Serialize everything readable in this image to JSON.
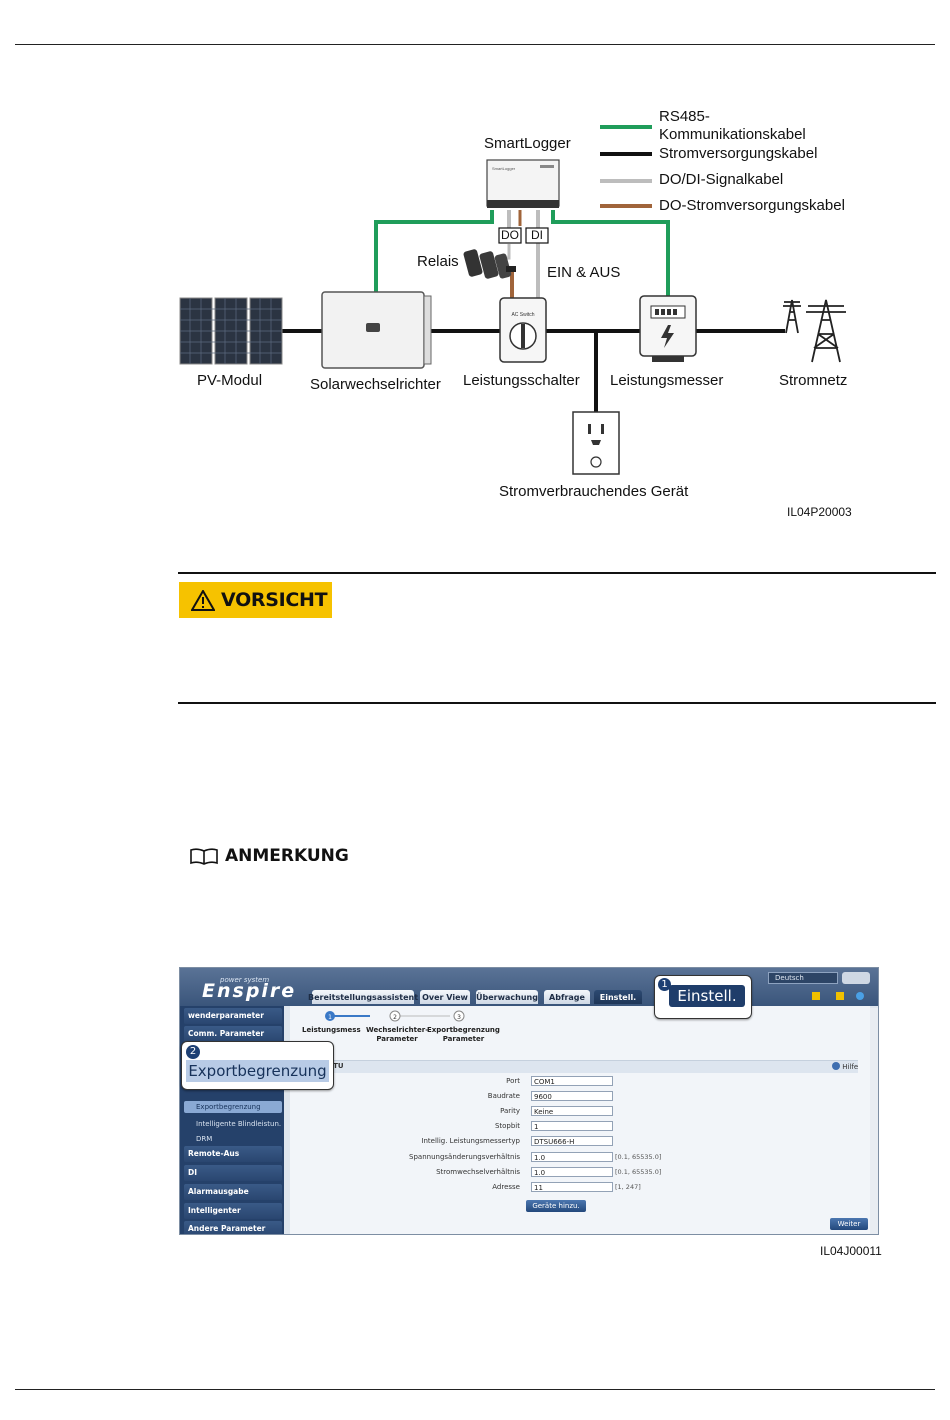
{
  "diagram": {
    "legend": [
      {
        "label": "RS485-\nKommunikationskabel",
        "color": "#1f9d5a"
      },
      {
        "label": "Stromversorgungskabel",
        "color": "#111111"
      },
      {
        "label": "DO/DI-Signalkabel",
        "color": "#bdbdbd"
      },
      {
        "label": "DO-Stromversorgungskabel",
        "color": "#a0643a"
      }
    ],
    "smartlogger": "SmartLogger",
    "do": "DO",
    "di": "DI",
    "relais": "Relais",
    "ein_aus": "EIN & AUS",
    "pv": "PV-Modul",
    "inverter": "Solarwechselrichter",
    "breaker": "Leistungsschalter",
    "breaker_inner": "AC Switch",
    "meter": "Leistungsmesser",
    "grid": "Stromnetz",
    "load": "Stromverbrauchendes Gerät",
    "code": "IL04P20003"
  },
  "caution": {
    "label": "VORSICHT"
  },
  "note": {
    "label": "ANMERKUNG"
  },
  "screenshot": {
    "logo_sub": "power system",
    "logo": "Enspire",
    "language": "Deutsch",
    "tabs": [
      "Bereitstellungsassistent",
      "Over View",
      "Überwachung",
      "Abfrage",
      "Einstell."
    ],
    "callout1": {
      "num": "1",
      "text": "Einstell."
    },
    "callout2": {
      "num": "2",
      "text": "Exportbegrenzung"
    },
    "sidebar_items": [
      "wenderparameter",
      "Comm. Parameter",
      "Remote-Aus",
      "DI",
      "Alarmausgabe",
      "Intelligenter Tracking-...",
      "Andere Parameter"
    ],
    "sidebar_subs": [
      "Exportbegrenzung",
      "Intelligente Blindleistun.",
      "DRM"
    ],
    "steps": [
      {
        "num": "1",
        "label": "Leistungsmess"
      },
      {
        "num": "2",
        "label": "Wechselrichter-\nParameter"
      },
      {
        "num": "3",
        "label": "Exportbegrenzung\nParameter"
      }
    ],
    "section": "RTU",
    "help": "Hilfe",
    "fields": [
      {
        "label": "Port",
        "value": "COM1",
        "range": ""
      },
      {
        "label": "Baudrate",
        "value": "9600",
        "range": ""
      },
      {
        "label": "Parity",
        "value": "Keine",
        "range": ""
      },
      {
        "label": "Stopbit",
        "value": "1",
        "range": ""
      },
      {
        "label": "Intellig. Leistungsmessertyp",
        "value": "DTSU666-H",
        "range": ""
      },
      {
        "label": "Spannungsänderungsverhältnis",
        "value": "1.0",
        "range": "[0.1, 65535.0]"
      },
      {
        "label": "Stromwechselverhältnis",
        "value": "1.0",
        "range": "[0.1, 65535.0]"
      },
      {
        "label": "Adresse",
        "value": "11",
        "range": "[1, 247]"
      }
    ],
    "add_button": "Geräte hinzu.",
    "next_button": "Weiter",
    "code": "IL04J00011"
  }
}
